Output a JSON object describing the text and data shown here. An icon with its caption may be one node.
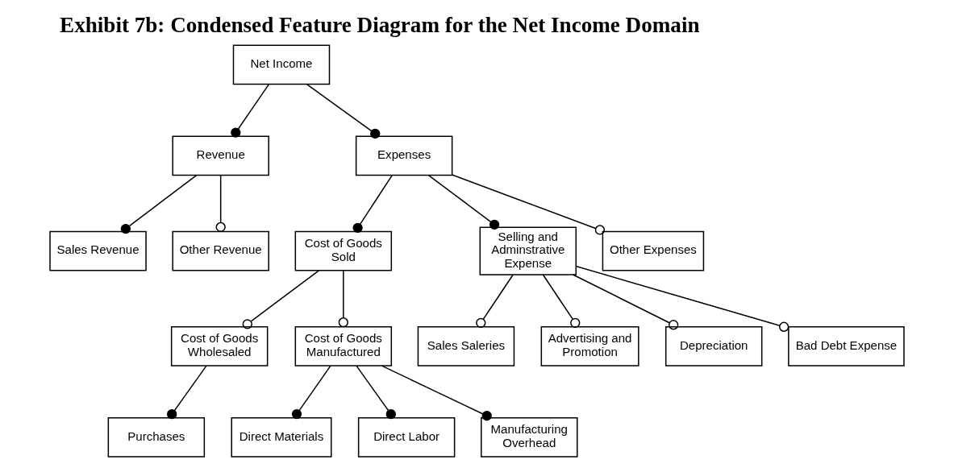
{
  "diagram": {
    "title": "Exhibit 7b: Condensed Feature Diagram for the Net Income Domain",
    "nodes": [
      {
        "text": [
          "Net Income"
        ]
      },
      {
        "text": [
          "Revenue"
        ]
      },
      {
        "text": [
          "Expenses"
        ]
      },
      {
        "text": [
          "Sales Revenue"
        ]
      },
      {
        "text": [
          "Other Revenue"
        ]
      },
      {
        "text": [
          "Cost of Goods Sold"
        ]
      },
      {
        "text": [
          "Selling and Adminstrative Expense"
        ]
      },
      {
        "text": [
          "Other Expenses"
        ]
      },
      {
        "text": [
          "Sales Saleries"
        ]
      },
      {
        "text": [
          "Advertising and Promotion"
        ]
      },
      {
        "text": [
          "Depreciation"
        ]
      },
      {
        "text": [
          "Bad Debt Expense"
        ]
      },
      {
        "text": [
          "Cost of Goods Wholesaled"
        ]
      },
      {
        "text": [
          "Cost of Goods Manufactured"
        ]
      },
      {
        "text": [
          "Purchases"
        ]
      },
      {
        "text": [
          "Direct Materials"
        ]
      },
      {
        "text": [
          "Direct Labor"
        ]
      },
      {
        "text": [
          "Manufacturing Overhead"
        ]
      }
    ],
    "edges": [
      {
        "from": 0,
        "to": 1,
        "arrow": "other"
      },
      {
        "from": 0,
        "to": 2,
        "arrow": "other"
      },
      {
        "from": 1,
        "to": 3,
        "arrow": "other"
      },
      {
        "from": 1,
        "to": 4,
        "arrow": "other"
      },
      {
        "from": 2,
        "to": 5,
        "arrow": "other"
      },
      {
        "from": 2,
        "to": 6,
        "arrow": "other"
      },
      {
        "from": 2,
        "to": 7,
        "arrow": "other"
      },
      {
        "from": 6,
        "to": 8,
        "arrow": "other"
      },
      {
        "from": 6,
        "to": 9,
        "arrow": "other"
      },
      {
        "from": 6,
        "to": 10,
        "arrow": "other"
      },
      {
        "from": 6,
        "to": 11,
        "arrow": "other"
      },
      {
        "from": 5,
        "to": 12,
        "arrow": "other"
      },
      {
        "from": 5,
        "to": 13,
        "arrow": "other"
      },
      {
        "from": 12,
        "to": 14,
        "arrow": "other"
      },
      {
        "from": 13,
        "to": 15,
        "arrow": "other"
      },
      {
        "from": 13,
        "to": 16,
        "arrow": "other"
      },
      {
        "from": 13,
        "to": 17,
        "arrow": "other"
      }
    ]
  }
}
